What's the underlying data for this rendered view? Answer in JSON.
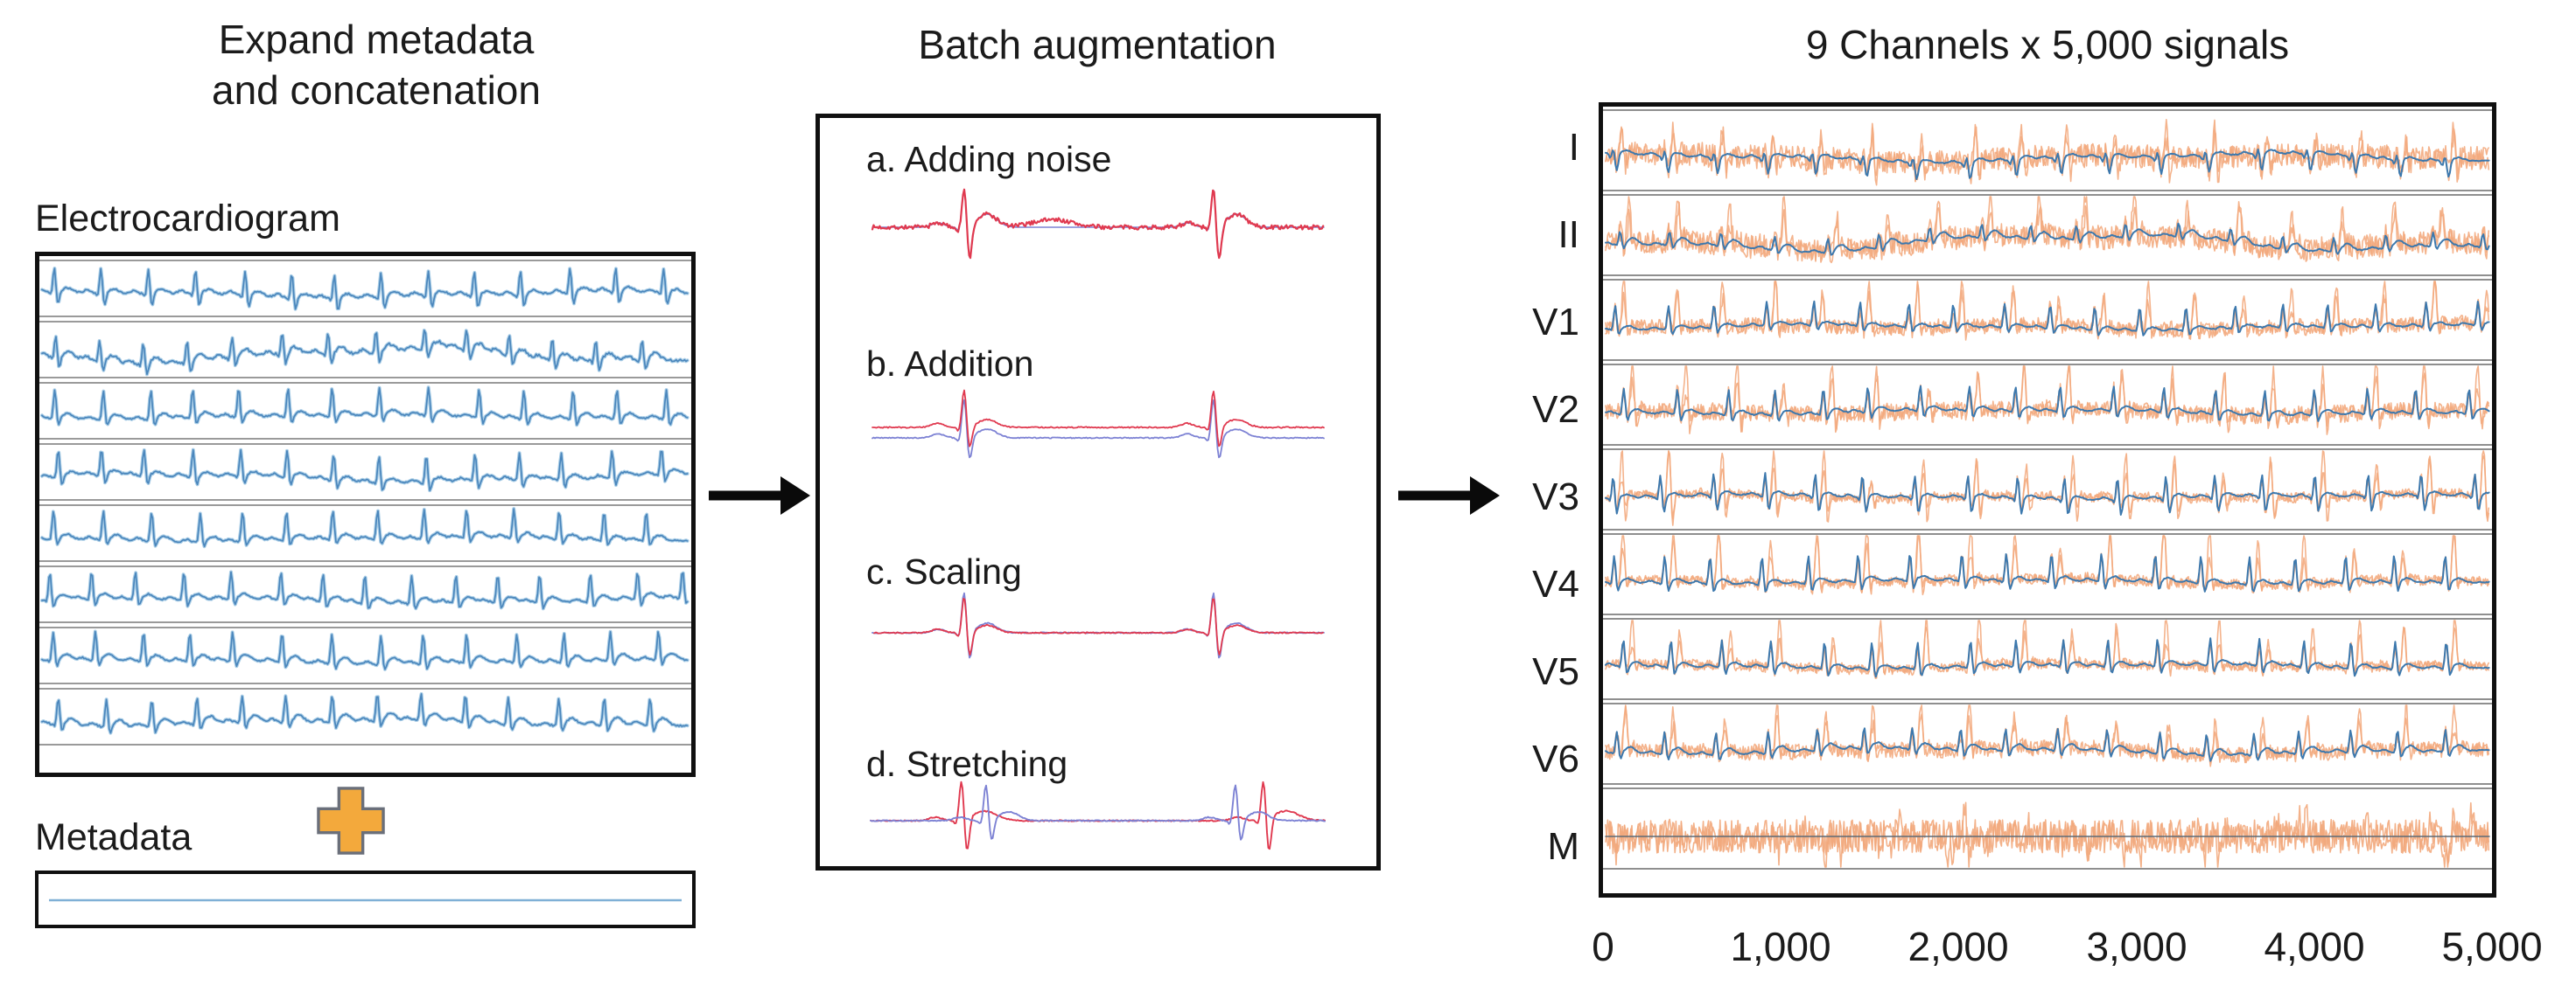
{
  "left_panel": {
    "title_line1": "Expand metadata",
    "title_line2": "and concatenation",
    "ecg_label": "Electrocardiogram",
    "metadata_label": "Metadata",
    "strip_count": 8
  },
  "middle_panel": {
    "title": "Batch augmentation",
    "items": [
      {
        "label": "a. Adding noise"
      },
      {
        "label": "b. Addition"
      },
      {
        "label": "c. Scaling"
      },
      {
        "label": "d. Stretching"
      }
    ]
  },
  "right_panel": {
    "title": "9 Channels x 5,000 signals",
    "channels": [
      {
        "label": "I",
        "gen": {
          "seed": 101,
          "blue": {
            "r": 8,
            "s": 20,
            "t": 4,
            "wander": 4
          },
          "orange": {
            "band": 13,
            "spikeUp": 26,
            "spikeDown": 26
          }
        }
      },
      {
        "label": "II",
        "gen": {
          "seed": 102,
          "blue": {
            "r": 16,
            "s": 6,
            "t": 8,
            "wander": 8
          },
          "orange": {
            "band": 13,
            "spikeUp": 42,
            "spikeDown": 10
          }
        }
      },
      {
        "label": "V1",
        "gen": {
          "seed": 103,
          "blue": {
            "r": 28,
            "s": 8,
            "t": 4,
            "wander": 2.5
          },
          "orange": {
            "band": 8,
            "spikeUp": 42,
            "spikeDown": 16
          }
        }
      },
      {
        "label": "V2",
        "gen": {
          "seed": 104,
          "blue": {
            "r": 30,
            "s": 10,
            "t": 5,
            "wander": 2.5
          },
          "orange": {
            "band": 9,
            "spikeUp": 46,
            "spikeDown": 28
          }
        }
      },
      {
        "label": "V3",
        "gen": {
          "seed": 105,
          "blue": {
            "r": 28,
            "s": 20,
            "t": 4,
            "wander": 2
          },
          "orange": {
            "band": 5,
            "spikeUp": 42,
            "spikeDown": 38
          }
        }
      },
      {
        "label": "V4",
        "gen": {
          "seed": 106,
          "blue": {
            "r": 33,
            "s": 12,
            "t": 5,
            "wander": 2
          },
          "orange": {
            "band": 5.5,
            "spikeUp": 50,
            "spikeDown": 18
          }
        }
      },
      {
        "label": "V5",
        "gen": {
          "seed": 107,
          "blue": {
            "r": 32,
            "s": 11,
            "t": 5,
            "wander": 2
          },
          "orange": {
            "band": 5.5,
            "spikeUp": 44,
            "spikeDown": 14
          }
        }
      },
      {
        "label": "V6",
        "gen": {
          "seed": 108,
          "blue": {
            "r": 26,
            "s": 9,
            "t": 7,
            "wander": 3
          },
          "orange": {
            "band": 8,
            "spikeUp": 38,
            "spikeDown": 14
          }
        }
      },
      {
        "label": "M",
        "gen": {
          "seed": 109,
          "noise_only": true,
          "orange": {
            "band": 19,
            "spikeUp": 32,
            "spikeDown": 32
          }
        }
      }
    ],
    "x_ticks": [
      "0",
      "1,000",
      "2,000",
      "3,000",
      "4,000",
      "5,000"
    ]
  },
  "generation": {
    "left_strips": [
      {
        "seed": 11,
        "r": 30,
        "s": 16,
        "t": 5,
        "p": 3.5,
        "wander": 3,
        "noise": 0.9
      },
      {
        "seed": 22,
        "r": 26,
        "s": 14,
        "t": 8,
        "p": 4,
        "wander": 7,
        "noise": 1.5
      },
      {
        "seed": 33,
        "r": 34,
        "s": 10,
        "t": 6,
        "p": 3,
        "wander": 2,
        "noise": 0.8
      },
      {
        "seed": 44,
        "r": 32,
        "s": 12,
        "t": 5,
        "p": 3,
        "wander": 4,
        "noise": 0.9
      },
      {
        "seed": 55,
        "r": 34,
        "s": 8,
        "t": 6,
        "p": 3,
        "wander": 2,
        "noise": 0.8
      },
      {
        "seed": 66,
        "r": 33,
        "s": 10,
        "t": 6,
        "p": 3,
        "wander": 2.5,
        "noise": 0.8
      },
      {
        "seed": 77,
        "r": 34,
        "s": 9,
        "t": 7,
        "p": 3,
        "wander": 2,
        "noise": 0.8
      },
      {
        "seed": 88,
        "r": 32,
        "s": 10,
        "t": 8,
        "p": 3.5,
        "wander": 3,
        "noise": 0.9
      }
    ],
    "metadata_line": true
  },
  "colors": {
    "text": "#1b1b1b",
    "box_border": "#101010",
    "strip_spine": "#9a9a9a",
    "left_blue": "#4a86bc",
    "left_blue_halo": "#a9cde6",
    "right_blue": "#3c78ad",
    "orange": "#f2a97c",
    "red": "#e0394f",
    "periwinkle": "#7d82d4",
    "plus_fill": "#f3a93c",
    "plus_border": "#6a6f7a",
    "metadata_line_blue": "#7fb0d6"
  },
  "icons": {
    "plus": "plus-icon",
    "arrow": "arrow-right-icon"
  }
}
